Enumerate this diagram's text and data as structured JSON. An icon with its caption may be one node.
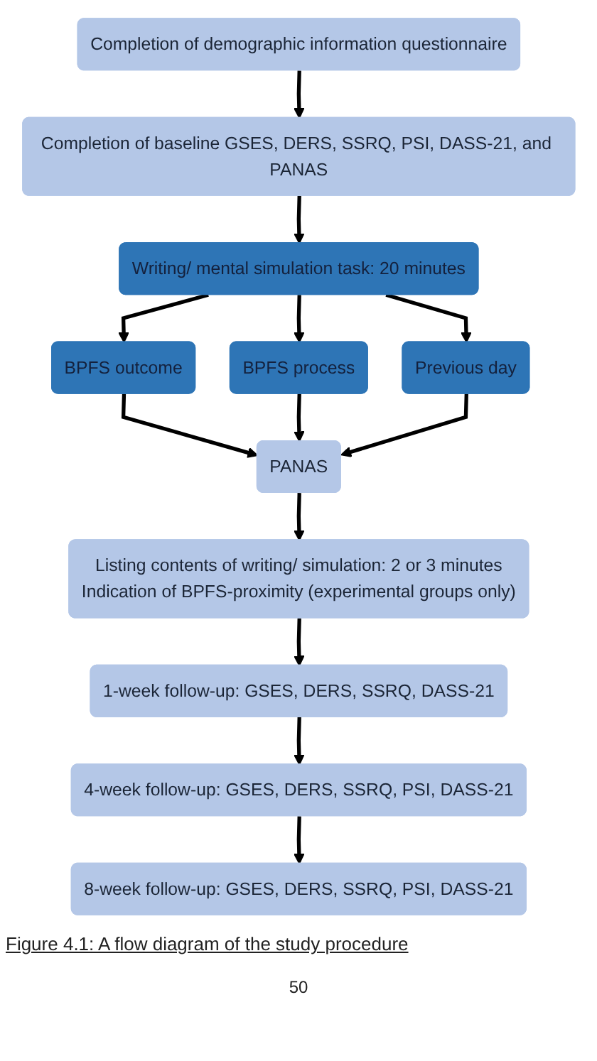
{
  "diagram": {
    "caption": "Figure 4.1: A flow diagram of the study procedure",
    "nodes": [
      {
        "text": [
          "Completion of demographic information questionnaire"
        ]
      },
      {
        "text": [
          "Completion of baseline GSES, DERS, SSRQ, PSI, DASS-21, and PANAS"
        ]
      },
      {
        "text": [
          "Writing/ mental simulation task: 20 minutes"
        ]
      },
      {
        "text": [
          "BPFS outcome"
        ]
      },
      {
        "text": [
          "BPFS process"
        ]
      },
      {
        "text": [
          "Previous day"
        ]
      },
      {
        "text": [
          "PANAS"
        ]
      },
      {
        "text": [
          "Listing contents of writing/ simulation: 2 or 3 minutes",
          "Indication of BPFS-proximity (experimental groups only)"
        ]
      },
      {
        "text": [
          "1-week follow-up: GSES, DERS, SSRQ, DASS-21"
        ]
      },
      {
        "text": [
          "4-week follow-up: GSES, DERS, SSRQ, PSI, DASS-21"
        ]
      },
      {
        "text": [
          "8-week follow-up: GSES, DERS, SSRQ, PSI, DASS-21"
        ]
      }
    ],
    "edges": [
      {
        "from": 0,
        "to": 1,
        "arrow": "to"
      },
      {
        "from": 1,
        "to": 2,
        "arrow": "to"
      },
      {
        "from": 2,
        "to": 3,
        "arrow": "to"
      },
      {
        "from": 2,
        "to": 4,
        "arrow": "to"
      },
      {
        "from": 2,
        "to": 5,
        "arrow": "to"
      },
      {
        "from": 3,
        "to": 6,
        "arrow": "to"
      },
      {
        "from": 4,
        "to": 6,
        "arrow": "to"
      },
      {
        "from": 5,
        "to": 6,
        "arrow": "to"
      },
      {
        "from": 6,
        "to": 7,
        "arrow": "to"
      },
      {
        "from": 7,
        "to": 8,
        "arrow": "to"
      },
      {
        "from": 8,
        "to": 9,
        "arrow": "to"
      },
      {
        "from": 9,
        "to": 10,
        "arrow": "to"
      }
    ],
    "labels": [
      "50"
    ]
  }
}
